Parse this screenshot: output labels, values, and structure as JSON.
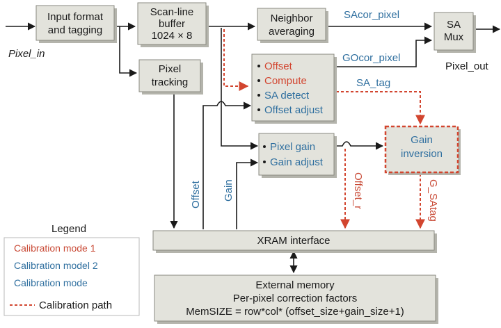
{
  "blocks": {
    "input_format": [
      "Input format",
      "and tagging"
    ],
    "scanline": [
      "Scan-line",
      "buffer",
      "1024 × 8"
    ],
    "neighbor": [
      "Neighbor",
      "averaging"
    ],
    "sa_mux": [
      "SA",
      "Mux"
    ],
    "pixel_tracking": [
      "Pixel",
      "tracking"
    ],
    "offset_list": [
      {
        "text": "Offset",
        "mode": "red"
      },
      {
        "text": "Compute",
        "mode": "red"
      },
      {
        "text": "SA detect",
        "mode": "blue"
      },
      {
        "text": "Offset adjust",
        "mode": "blue"
      }
    ],
    "gain_list": [
      {
        "text": "Pixel gain",
        "mode": "blue"
      },
      {
        "text": "Gain adjust",
        "mode": "blue"
      }
    ],
    "gain_inversion": [
      "Gain",
      "inversion"
    ],
    "xram": "XRAM interface",
    "external_memory": [
      "External memory",
      "Per-pixel correction factors",
      "MemSIZE = row*col* (offset_size+gain_size+1)"
    ]
  },
  "signals": {
    "pixel_in": "Pixel_in",
    "pixel_out": "Pixel_out",
    "sacor_pixel": "SAcor_pixel",
    "gocor_pixel": "GOcor_pixel",
    "sa_tag": "SA_tag",
    "offset": "Offset",
    "gain": "Gain",
    "offset_r": "Offset_r",
    "g_satag": "G_SAtag"
  },
  "legend": {
    "title": "Legend",
    "items": [
      {
        "text": "Calibration mode 1",
        "color": "#c94a36"
      },
      {
        "text": "Calibration model 2",
        "color": "#2f6f9f"
      },
      {
        "text": "Calibration mode",
        "color": "#2f6f9f"
      }
    ],
    "path_label": "Calibration path"
  },
  "colors": {
    "calibration_red": "#d2452f",
    "calibration_blue": "#2f6f9f",
    "block_fill": "#e3e3dc"
  }
}
